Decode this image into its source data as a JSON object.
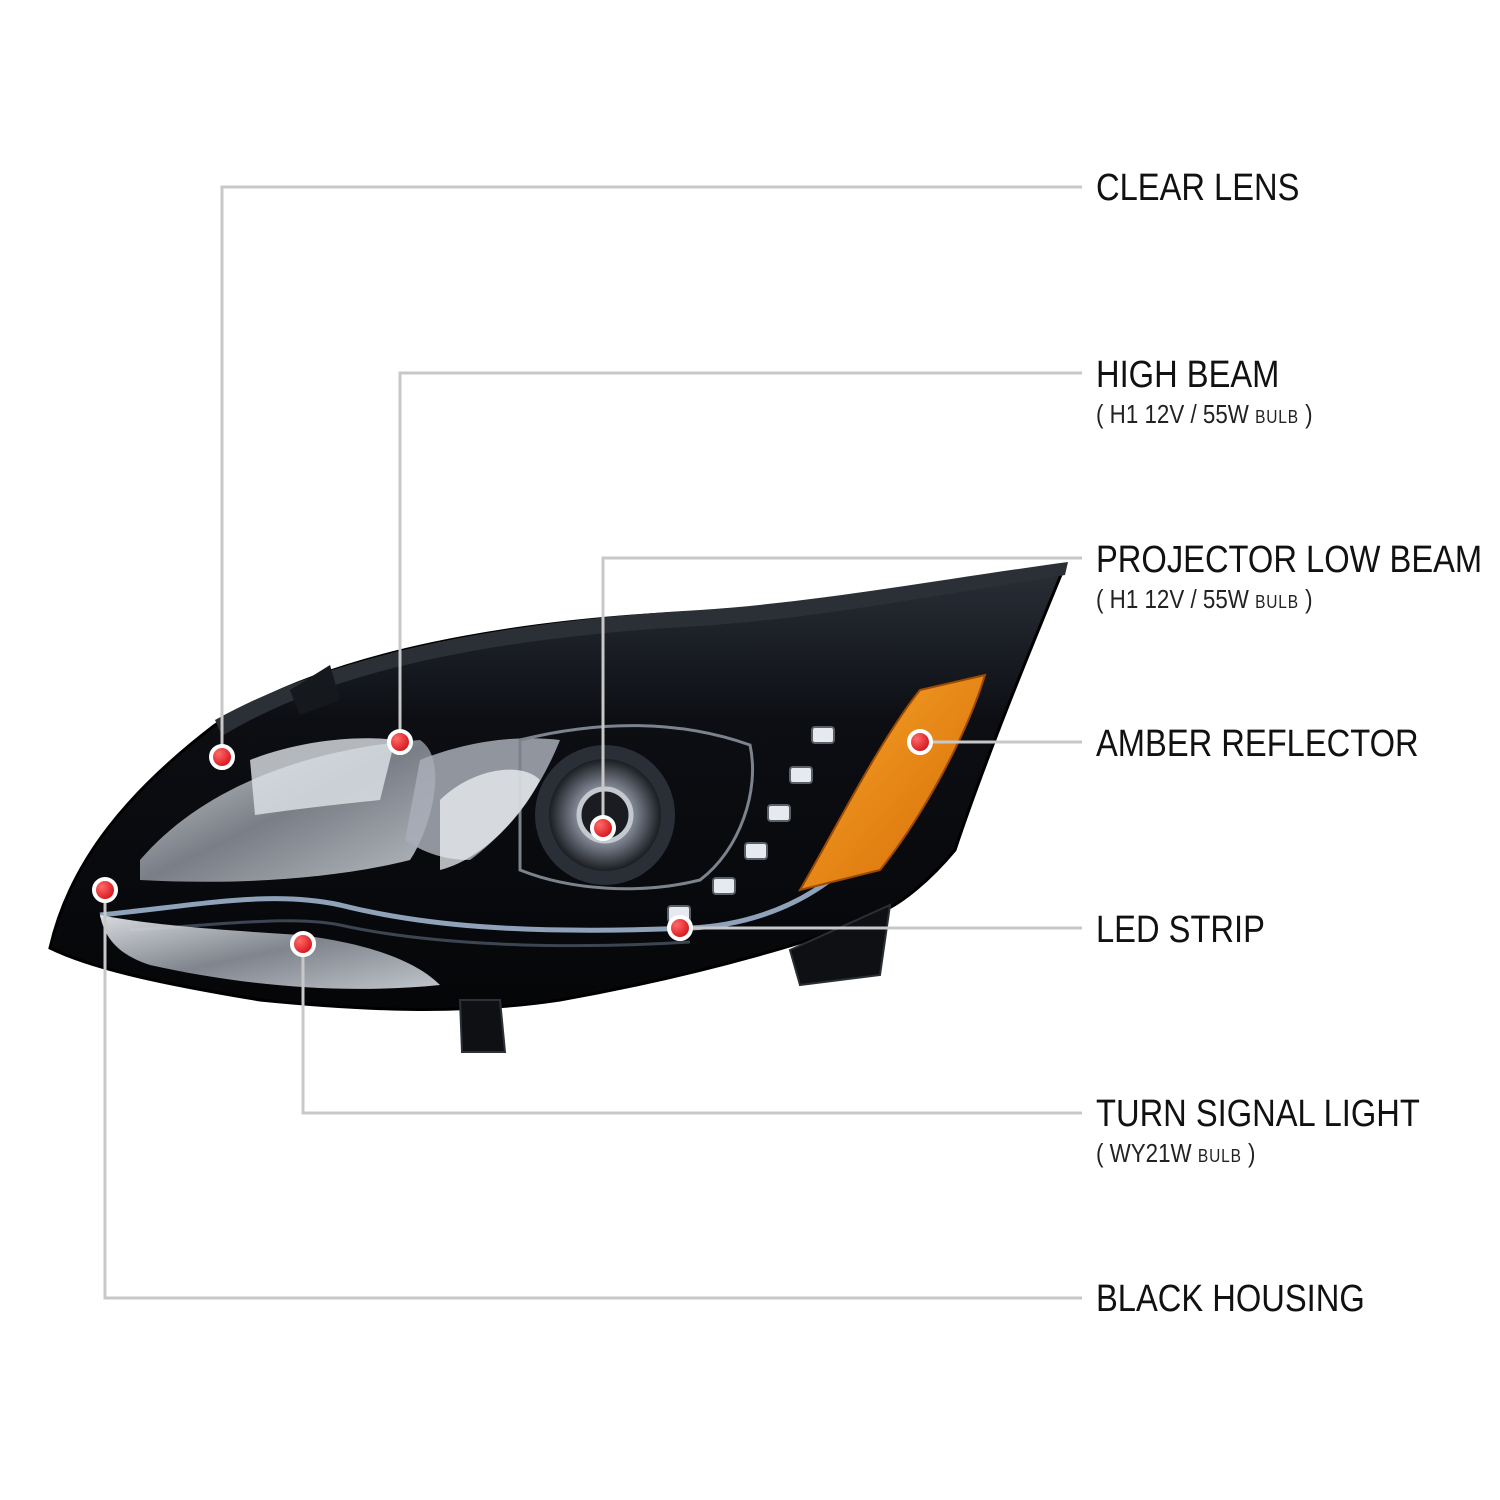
{
  "callouts": [
    {
      "id": "clear-lens",
      "title": "CLEAR LENS",
      "detail": "",
      "bulb": ""
    },
    {
      "id": "high-beam",
      "title": "HIGH BEAM",
      "detail": "H1  12V / 55W",
      "bulb": "BULB"
    },
    {
      "id": "projector-low-beam",
      "title": "PROJECTOR LOW BEAM",
      "detail": "H1  12V / 55W",
      "bulb": "BULB"
    },
    {
      "id": "amber-reflector",
      "title": "AMBER REFLECTOR",
      "detail": "",
      "bulb": ""
    },
    {
      "id": "led-strip",
      "title": "LED STRIP",
      "detail": "",
      "bulb": ""
    },
    {
      "id": "turn-signal-light",
      "title": "TURN SIGNAL LIGHT",
      "detail": "WY21W",
      "bulb": "BULB"
    },
    {
      "id": "black-housing",
      "title": "BLACK HOUSING",
      "detail": "",
      "bulb": ""
    }
  ],
  "colors": {
    "leader_line": "#c8c8c8",
    "marker": "#e4161b",
    "housing": "#0b0d12",
    "amber": "#f08a12",
    "chrome": "#c9ced6"
  }
}
